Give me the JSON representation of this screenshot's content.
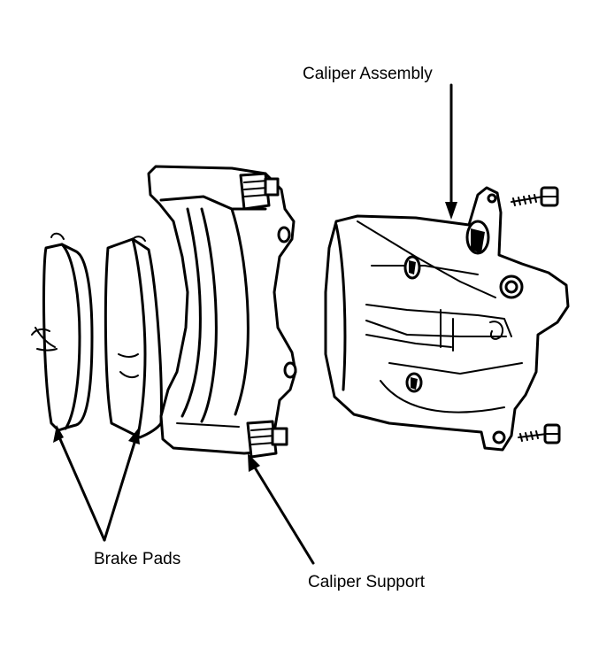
{
  "diagram": {
    "labels": {
      "caliper_assembly": "Caliper Assembly",
      "brake_pads": "Brake Pads",
      "caliper_support": "Caliper Support"
    },
    "colors": {
      "ink": "#000000",
      "background": "#ffffff"
    }
  }
}
